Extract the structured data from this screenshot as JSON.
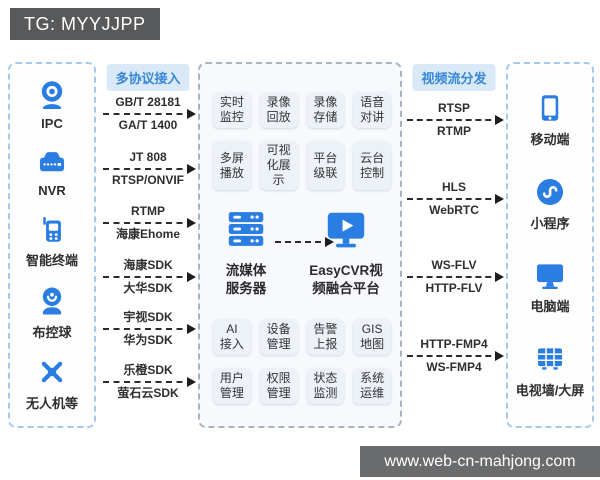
{
  "header": {
    "tag": "TG: MYYJJPP"
  },
  "footer": {
    "url": "www.web-cn-mahjong.com"
  },
  "sources": {
    "items": [
      {
        "label": "IPC",
        "icon": "ipc-camera-icon"
      },
      {
        "label": "NVR",
        "icon": "nvr-recorder-icon"
      },
      {
        "label": "智能终端",
        "icon": "smart-terminal-icon"
      },
      {
        "label": "布控球",
        "icon": "ptz-dome-camera-icon"
      },
      {
        "label": "无人机等",
        "icon": "drone-icon"
      }
    ]
  },
  "ingest": {
    "title": "多协议接入",
    "arrows": [
      {
        "top": "GB/T 28181",
        "bottom": "GA/T 1400"
      },
      {
        "top": "JT 808",
        "bottom": "RTSP/ONVIF"
      },
      {
        "top": "RTMP",
        "bottom": "海康Ehome"
      },
      {
        "top": "海康SDK",
        "bottom": "大华SDK"
      },
      {
        "top": "宇视SDK",
        "bottom": "华为SDK"
      },
      {
        "top": "乐橙SDK",
        "bottom": "萤石云SDK"
      }
    ]
  },
  "platform": {
    "top_features": [
      "实时\n监控",
      "录像\n回放",
      "录像\n存储",
      "语音\n对讲",
      "多屏\n播放",
      "可视\n化展示",
      "平台\n级联",
      "云台\n控制"
    ],
    "media_server_label": "流媒体\n服务器",
    "media_server_icon": "media-server-icon",
    "platform_label": "EasyCVR视\n频融合平台",
    "platform_icon": "easycvr-platform-icon",
    "bottom_features": [
      "AI\n接入",
      "设备\n管理",
      "告警\n上报",
      "GIS\n地图",
      "用户\n管理",
      "权限\n管理",
      "状态\n监测",
      "系统\n运维"
    ]
  },
  "distribute": {
    "title": "视频流分发",
    "arrows": [
      {
        "top": "RTSP",
        "bottom": "RTMP"
      },
      {
        "top": "HLS",
        "bottom": "WebRTC"
      },
      {
        "top": "WS-FLV",
        "bottom": "HTTP-FLV"
      },
      {
        "top": "HTTP-FMP4",
        "bottom": "WS-FMP4"
      }
    ]
  },
  "clients": {
    "items": [
      {
        "label": "移动端",
        "icon": "mobile-device-icon"
      },
      {
        "label": "小程序",
        "icon": "mini-program-icon"
      },
      {
        "label": "电脑端",
        "icon": "desktop-computer-icon"
      },
      {
        "label": "电视墙/大屏",
        "icon": "tv-wall-icon"
      }
    ]
  },
  "colors": {
    "accent_blue": "#2a7de1",
    "chip_bg": "#d9e9f8",
    "chip_text": "#3787d8",
    "panel_border_blue": "#a6c8ec",
    "panel_border_gray": "#a9b2c1",
    "panel_bg": "#f7f9fd",
    "feature_bg": "#edf1f8",
    "tag_bg": "#58595b",
    "footer_bg": "#6a6b6d",
    "arrow": "#1d1d1d"
  }
}
